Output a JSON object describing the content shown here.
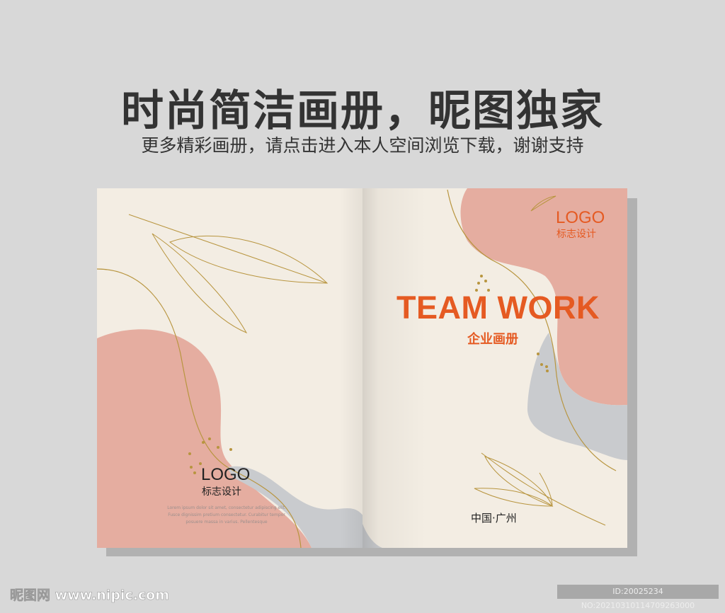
{
  "header": {
    "title": "时尚简洁画册，昵图独家",
    "subtitle": "更多精彩画册，请点击进入本人空间浏览下载，谢谢支持"
  },
  "back_cover": {
    "logo": "LOGO",
    "logo_sub": "标志设计",
    "body_text": "Lorem ipsum dolor sit amet, consectetur adipiscing elit. Fusce dignissim pretium consectetur. Curabitur tempor posuere massa in varius. Pellentesque"
  },
  "front_cover": {
    "logo": "LOGO",
    "logo_sub": "标志设计",
    "headline": "TEAM WORK",
    "subheadline": "企业画册",
    "location": "中国·广州"
  },
  "footer": {
    "watermark": "昵图网 www.nipic.com",
    "id_text": "ID:20025234 NO:20210310114709263000"
  },
  "colors": {
    "background": "#d8d8d8",
    "paper": "#f3ede3",
    "pink": "#e5ada0",
    "gray": "#c9cbce",
    "accent": "#e55a22",
    "gold": "#b8953f"
  }
}
